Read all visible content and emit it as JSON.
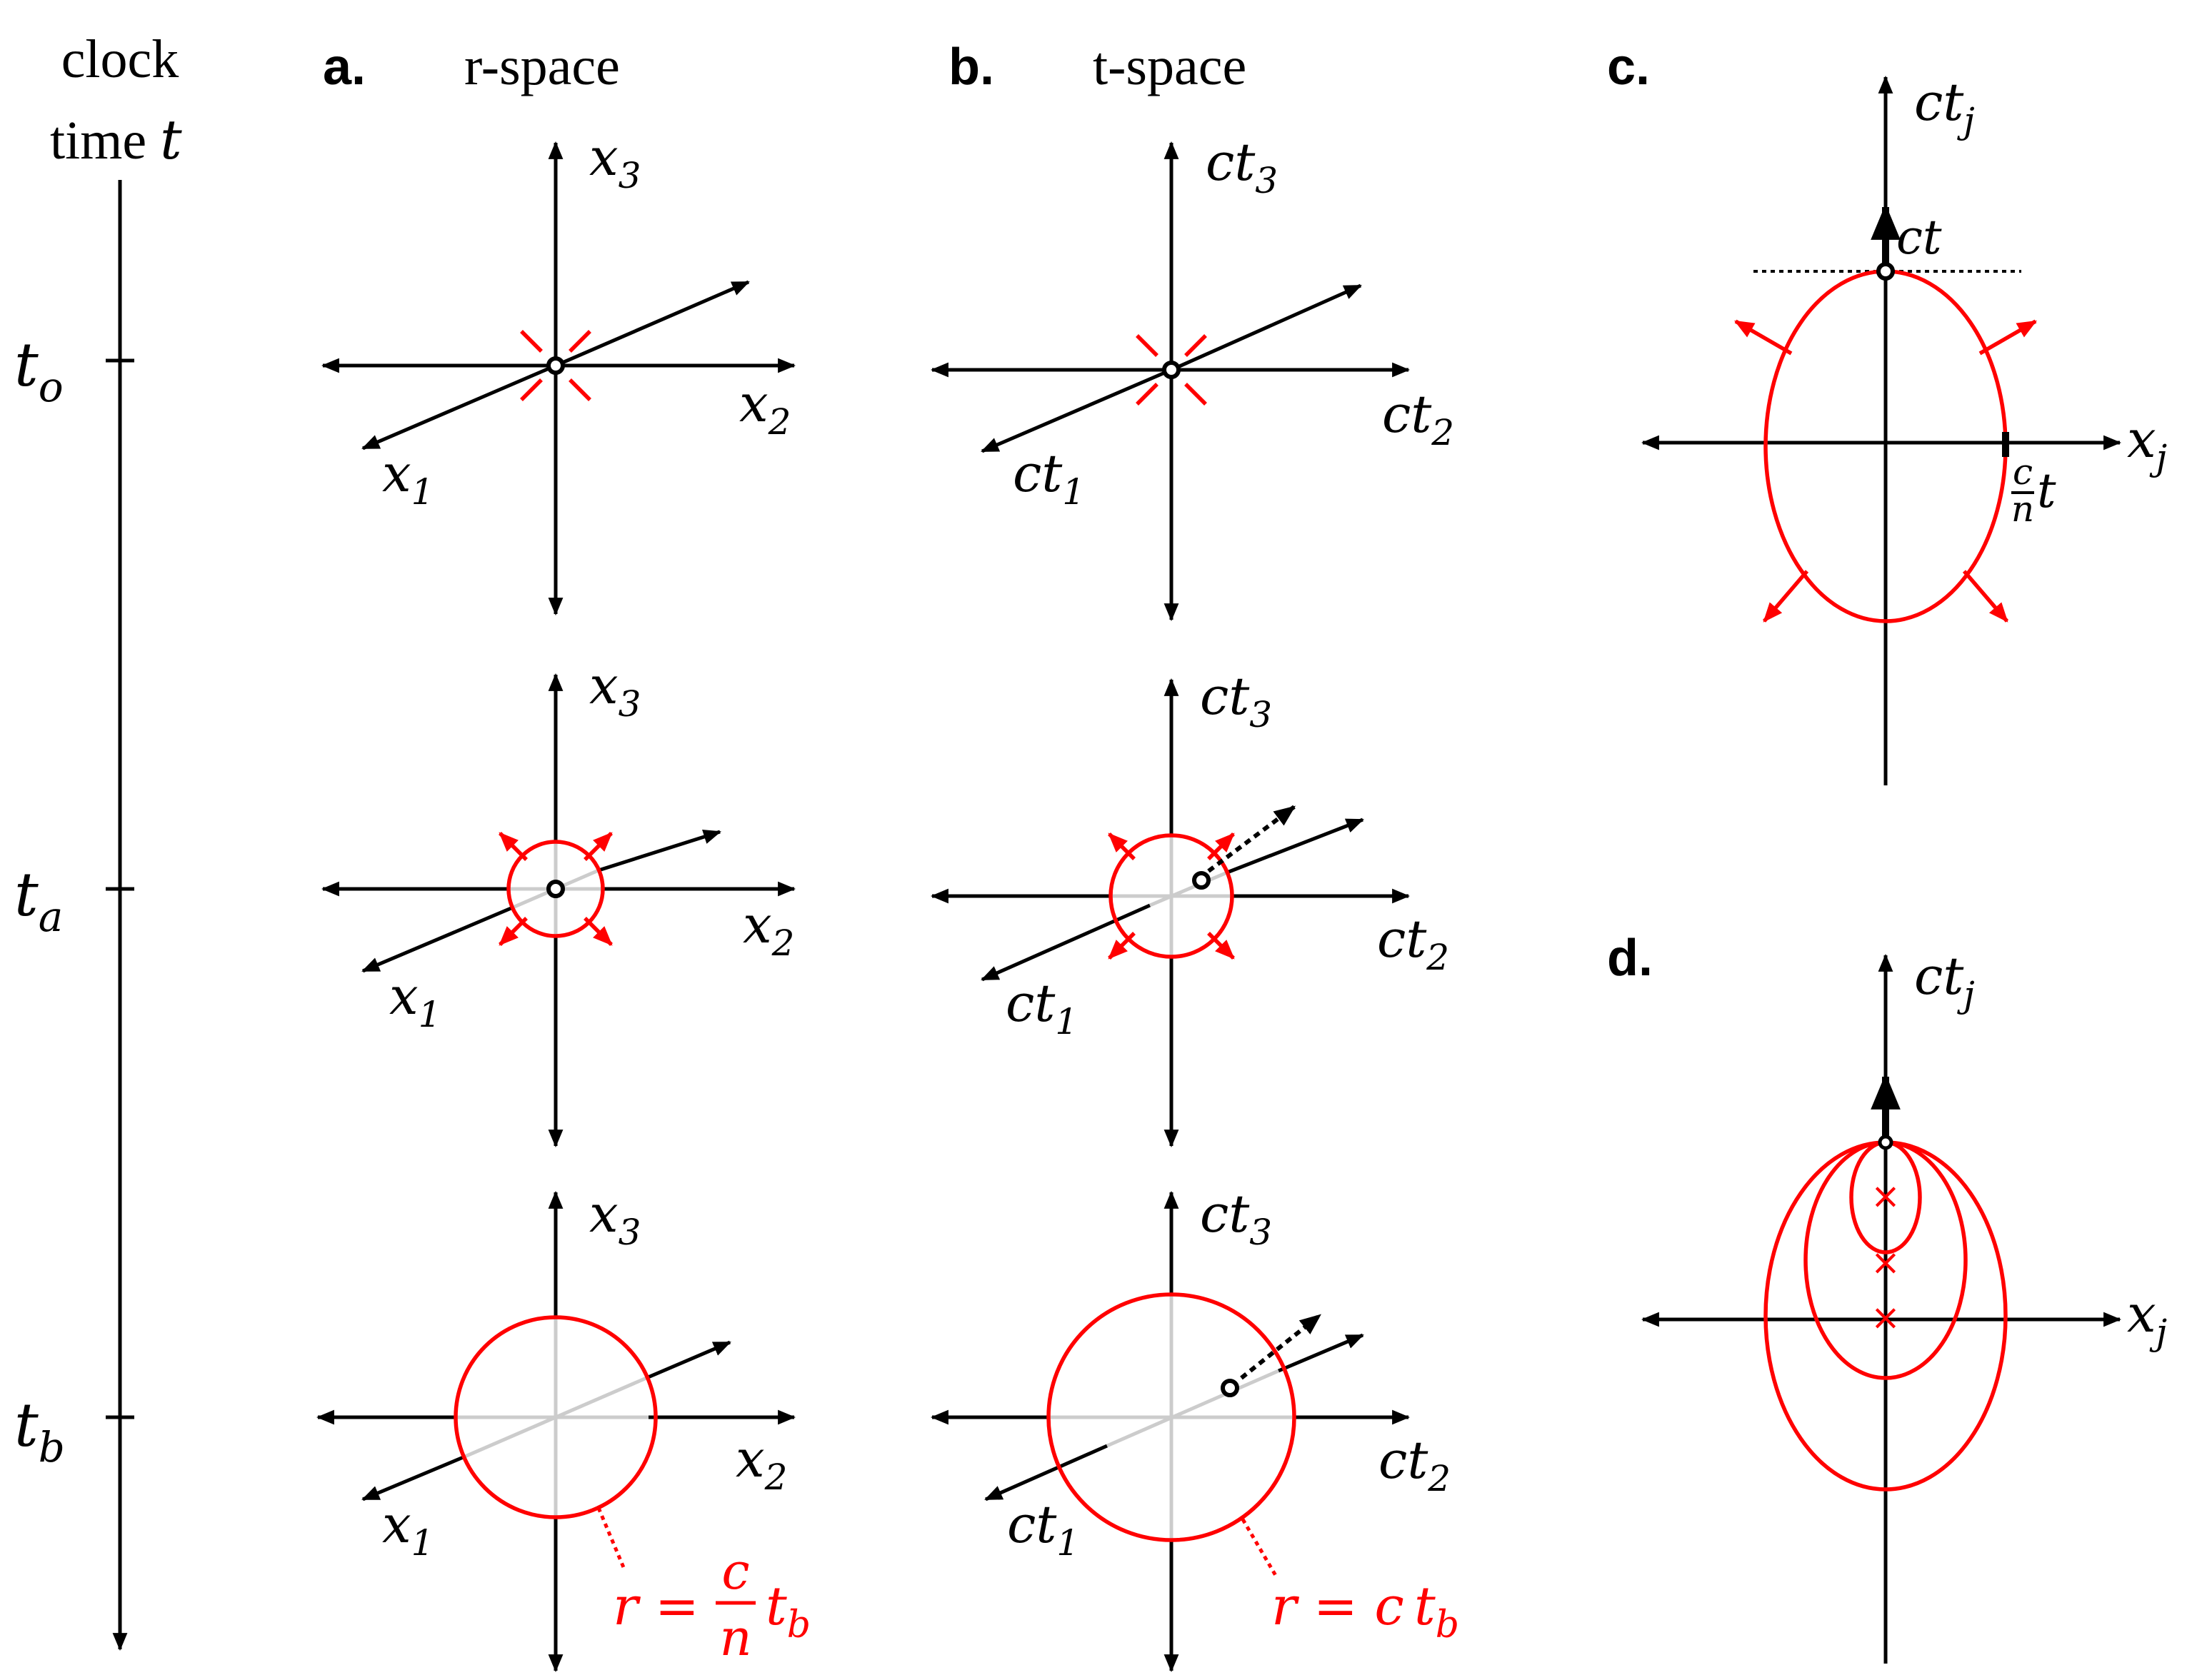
{
  "timeline": {
    "title_line1": "clock",
    "title_line2": "time",
    "title_var": "t",
    "ticks": [
      {
        "base": "t",
        "sub": "o"
      },
      {
        "base": "t",
        "sub": "a"
      },
      {
        "base": "t",
        "sub": "b"
      }
    ]
  },
  "panels": {
    "a": {
      "letter": "a.",
      "title": "r-space",
      "axis1": {
        "base": "x",
        "sub": "1"
      },
      "axis2": {
        "base": "x",
        "sub": "2"
      },
      "axis3": {
        "base": "x",
        "sub": "3"
      },
      "radius_label": {
        "lhs": "r =",
        "num": "c",
        "den": "n",
        "var": "t",
        "sub": "b"
      }
    },
    "b": {
      "letter": "b.",
      "title": "t-space",
      "axis1": {
        "base": "ct",
        "sub": "1"
      },
      "axis2": {
        "base": "ct",
        "sub": "2"
      },
      "axis3": {
        "base": "ct",
        "sub": "3"
      },
      "radius_label": {
        "lhs": "r = c",
        "var": "t",
        "sub": "b"
      }
    },
    "c": {
      "letter": "c.",
      "vertical": {
        "base": "ct",
        "sub": "j"
      },
      "horizontal": {
        "base": "x",
        "sub": "j"
      },
      "top_label": "ct",
      "side_label": {
        "num": "c",
        "den": "n",
        "var": "t"
      }
    },
    "d": {
      "letter": "d.",
      "vertical": {
        "base": "ct",
        "sub": "j"
      },
      "horizontal": {
        "base": "x",
        "sub": "j"
      },
      "marker": "×"
    }
  },
  "colors": {
    "wavefront": "#ff0000",
    "axes": "#000000",
    "hidden_axis": "#cccccc"
  }
}
